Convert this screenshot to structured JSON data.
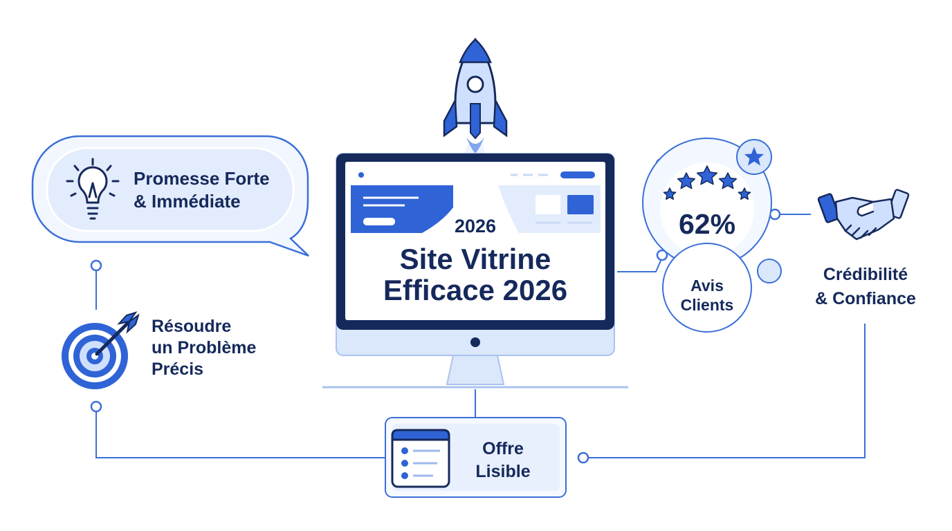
{
  "colors": {
    "primary": "#2f63d6",
    "navy": "#15295b",
    "light_blue": "#e6efff",
    "line": "#3a6fd8",
    "background": "#ffffff"
  },
  "center": {
    "year": "2026",
    "title_line1": "Site Vitrine",
    "title_line2": "Efficace 2026",
    "icon": "rocket-icon",
    "device": "monitor-icon"
  },
  "promise": {
    "line1": "Promesse Forte",
    "line2": "& Immédiate",
    "icon": "lightbulb-icon"
  },
  "problem": {
    "line1": "Résoudre",
    "line2": "un Problème",
    "line3": "Précis",
    "icon": "target-icon"
  },
  "reviews": {
    "percent": "62%",
    "label_line1": "Avis",
    "label_line2": "Clients",
    "icon": "stars-icon",
    "badge_icon": "star-icon"
  },
  "trust": {
    "line1": "Crédibilité",
    "line2": "& Confiance",
    "icon": "handshake-icon"
  },
  "offer": {
    "line1": "Offre",
    "line2": "Lisible",
    "icon": "list-window-icon"
  }
}
